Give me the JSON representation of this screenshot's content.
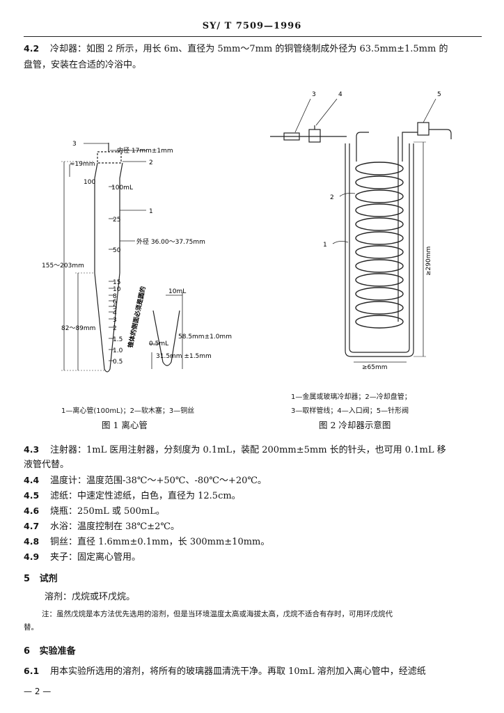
{
  "header": {
    "title": "SY/ T 7509—1996"
  },
  "items": {
    "i42": {
      "num": "4.2",
      "line1": "冷却器：如图 2 所示，用长 6m、直径为 5mm～7mm 的铜管绕制成外径为 63.5mm±1.5mm 的",
      "line2": "盘管，安装在合适的冷浴中。"
    },
    "i43": {
      "num": "4.3",
      "line1": "注射器：1mL 医用注射器，分刻度为 0.1mL，装配 200mm±5mm 长的针头，也可用 0.1mL 移",
      "line2": "液管代替。"
    },
    "i44": {
      "num": "4.4",
      "text": "温度计：温度范围-38℃～+50℃、-80℃～+20℃。"
    },
    "i45": {
      "num": "4.5",
      "text": "滤纸：中速定性滤纸，白色，直径为 12.5cm。"
    },
    "i46": {
      "num": "4.6",
      "text": "烧瓶：250mL 或 500mL。"
    },
    "i47": {
      "num": "4.7",
      "text": "水浴：温度控制在 38℃±2℃。"
    },
    "i48": {
      "num": "4.8",
      "text": "铜丝：直径 1.6mm±0.1mm，长 300mm±10mm。"
    },
    "i49": {
      "num": "4.9",
      "text": "夹子：固定离心管用。"
    }
  },
  "fig1": {
    "labels": {
      "callout3": "3",
      "inner_dia": "内径 17mm±1mm",
      "callout2": "2",
      "neck_len": "≈19mm",
      "mark100": "100mL",
      "callout1": "1",
      "outer_dia": "外径 36.00～37.75mm",
      "total_len": "155～203mm",
      "cone_len": "82～89mm",
      "mark10": "10mL",
      "tip_len": "58.5mm±1.0mm",
      "mark05": "0.5mL",
      "tip_dim": "31.5mm ±1.5mm",
      "side_text": "锥体的侧面必须是圆的",
      "grad": [
        "25",
        "50",
        "100",
        "15",
        "10",
        "8",
        "6",
        "5",
        "4",
        "3",
        "2",
        "1.5",
        "1.0",
        "0.5"
      ]
    },
    "legend": "1—离心管(100mL)；2—软木塞；3—铜丝",
    "caption": "图 1  离心管"
  },
  "fig2": {
    "labels": {
      "c3": "3",
      "c4": "4",
      "c5": "5",
      "c2": "2",
      "c1": "1",
      "height": "≥290mm",
      "width": "≥65mm"
    },
    "legend1": "1—金属或玻璃冷却器；2—冷却盘管；",
    "legend2": "3—取样管线；4—入口阀；5—针形阀",
    "caption": "图 2  冷却器示意图"
  },
  "sec5": {
    "num": "5",
    "title": "试剂"
  },
  "solvent": "溶剂：戊烷或环戊烷。",
  "note": {
    "line1": "注：虽然戊烷是本方法优先选用的溶剂，但是当环境温度太高或海拔太高，戊烷不适合有存时，可用环戊烷代",
    "line2": "替。"
  },
  "sec6": {
    "num": "6",
    "title": "实验准备"
  },
  "i61": {
    "num": "6.1",
    "text": "用本实验所选用的溶剂，将所有的玻璃器皿清洗干净。再取 10mL 溶剂加入离心管中，经滤纸"
  },
  "footer": {
    "page": "— 2 —"
  }
}
